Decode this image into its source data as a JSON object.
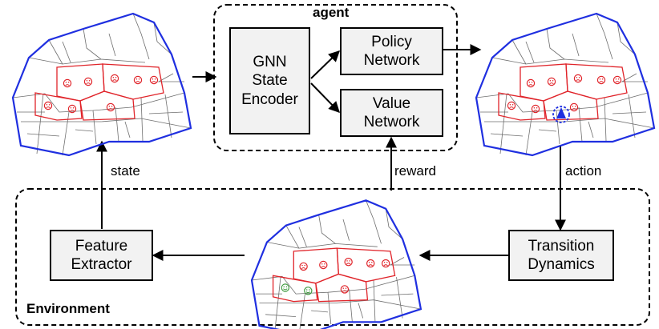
{
  "agent": {
    "title": "agent",
    "encoder": [
      "GNN",
      "State",
      "Encoder"
    ],
    "policy": [
      "Policy",
      "Network"
    ],
    "value": [
      "Value",
      "Network"
    ]
  },
  "environment": {
    "title": "Environment",
    "feature_extractor": [
      "Feature",
      "Extractor"
    ],
    "transition_dynamics": [
      "Transition",
      "Dynamics"
    ]
  },
  "edge_labels": {
    "state": "state",
    "reward": "reward",
    "action": "action"
  },
  "maps": {
    "initial": {
      "unhappy_faces": 8,
      "happy_faces": 0
    },
    "action": {
      "unhappy_faces": 8,
      "happy_faces": 0,
      "selected_marker": true
    },
    "next": {
      "unhappy_faces": 6,
      "happy_faces": 2
    }
  },
  "colors": {
    "boundary": "#1f2fe0",
    "region": "#e0242a",
    "grid": "#6e6e6e",
    "box_fill": "#f2f2f2",
    "happy": "#3f9a3f",
    "unhappy": "#e0242a"
  }
}
